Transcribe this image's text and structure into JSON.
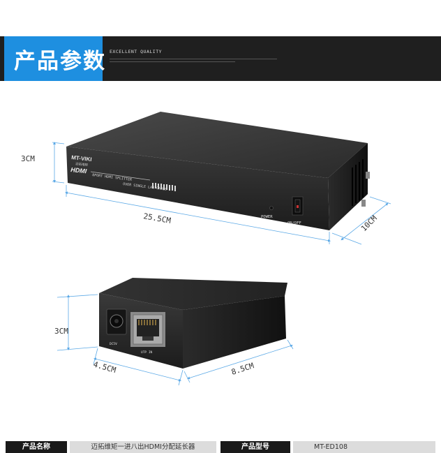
{
  "banner": {
    "title": "产品参数",
    "subtitle": "EXCELLENT QUALITY"
  },
  "device_large": {
    "brand": "MT-VIKI",
    "brand_sub": "迈拓维矩",
    "hdmi": "HDMI",
    "line1": "8PORT HDMI SPLITTER",
    "line2": "OVER SINGLE LAN CABLE",
    "power_label": "POWER",
    "switch_label": "ON/OFF",
    "dim_height": "3CM",
    "dim_width": "25.5CM",
    "dim_depth": "10CM"
  },
  "device_small": {
    "port_dc": "DC5V",
    "port_utp": "UTP IN",
    "dim_height": "3CM",
    "dim_width": "4.5CM",
    "dim_depth": "8.5CM"
  },
  "specs": [
    {
      "label": "产品名称",
      "value": "迈拓维矩一进八出HDMI分配延长器"
    },
    {
      "label": "产品型号",
      "value": "MT-ED108"
    }
  ],
  "colors": {
    "accent": "#1e8fe0",
    "dim_line": "#5aa8e6"
  }
}
